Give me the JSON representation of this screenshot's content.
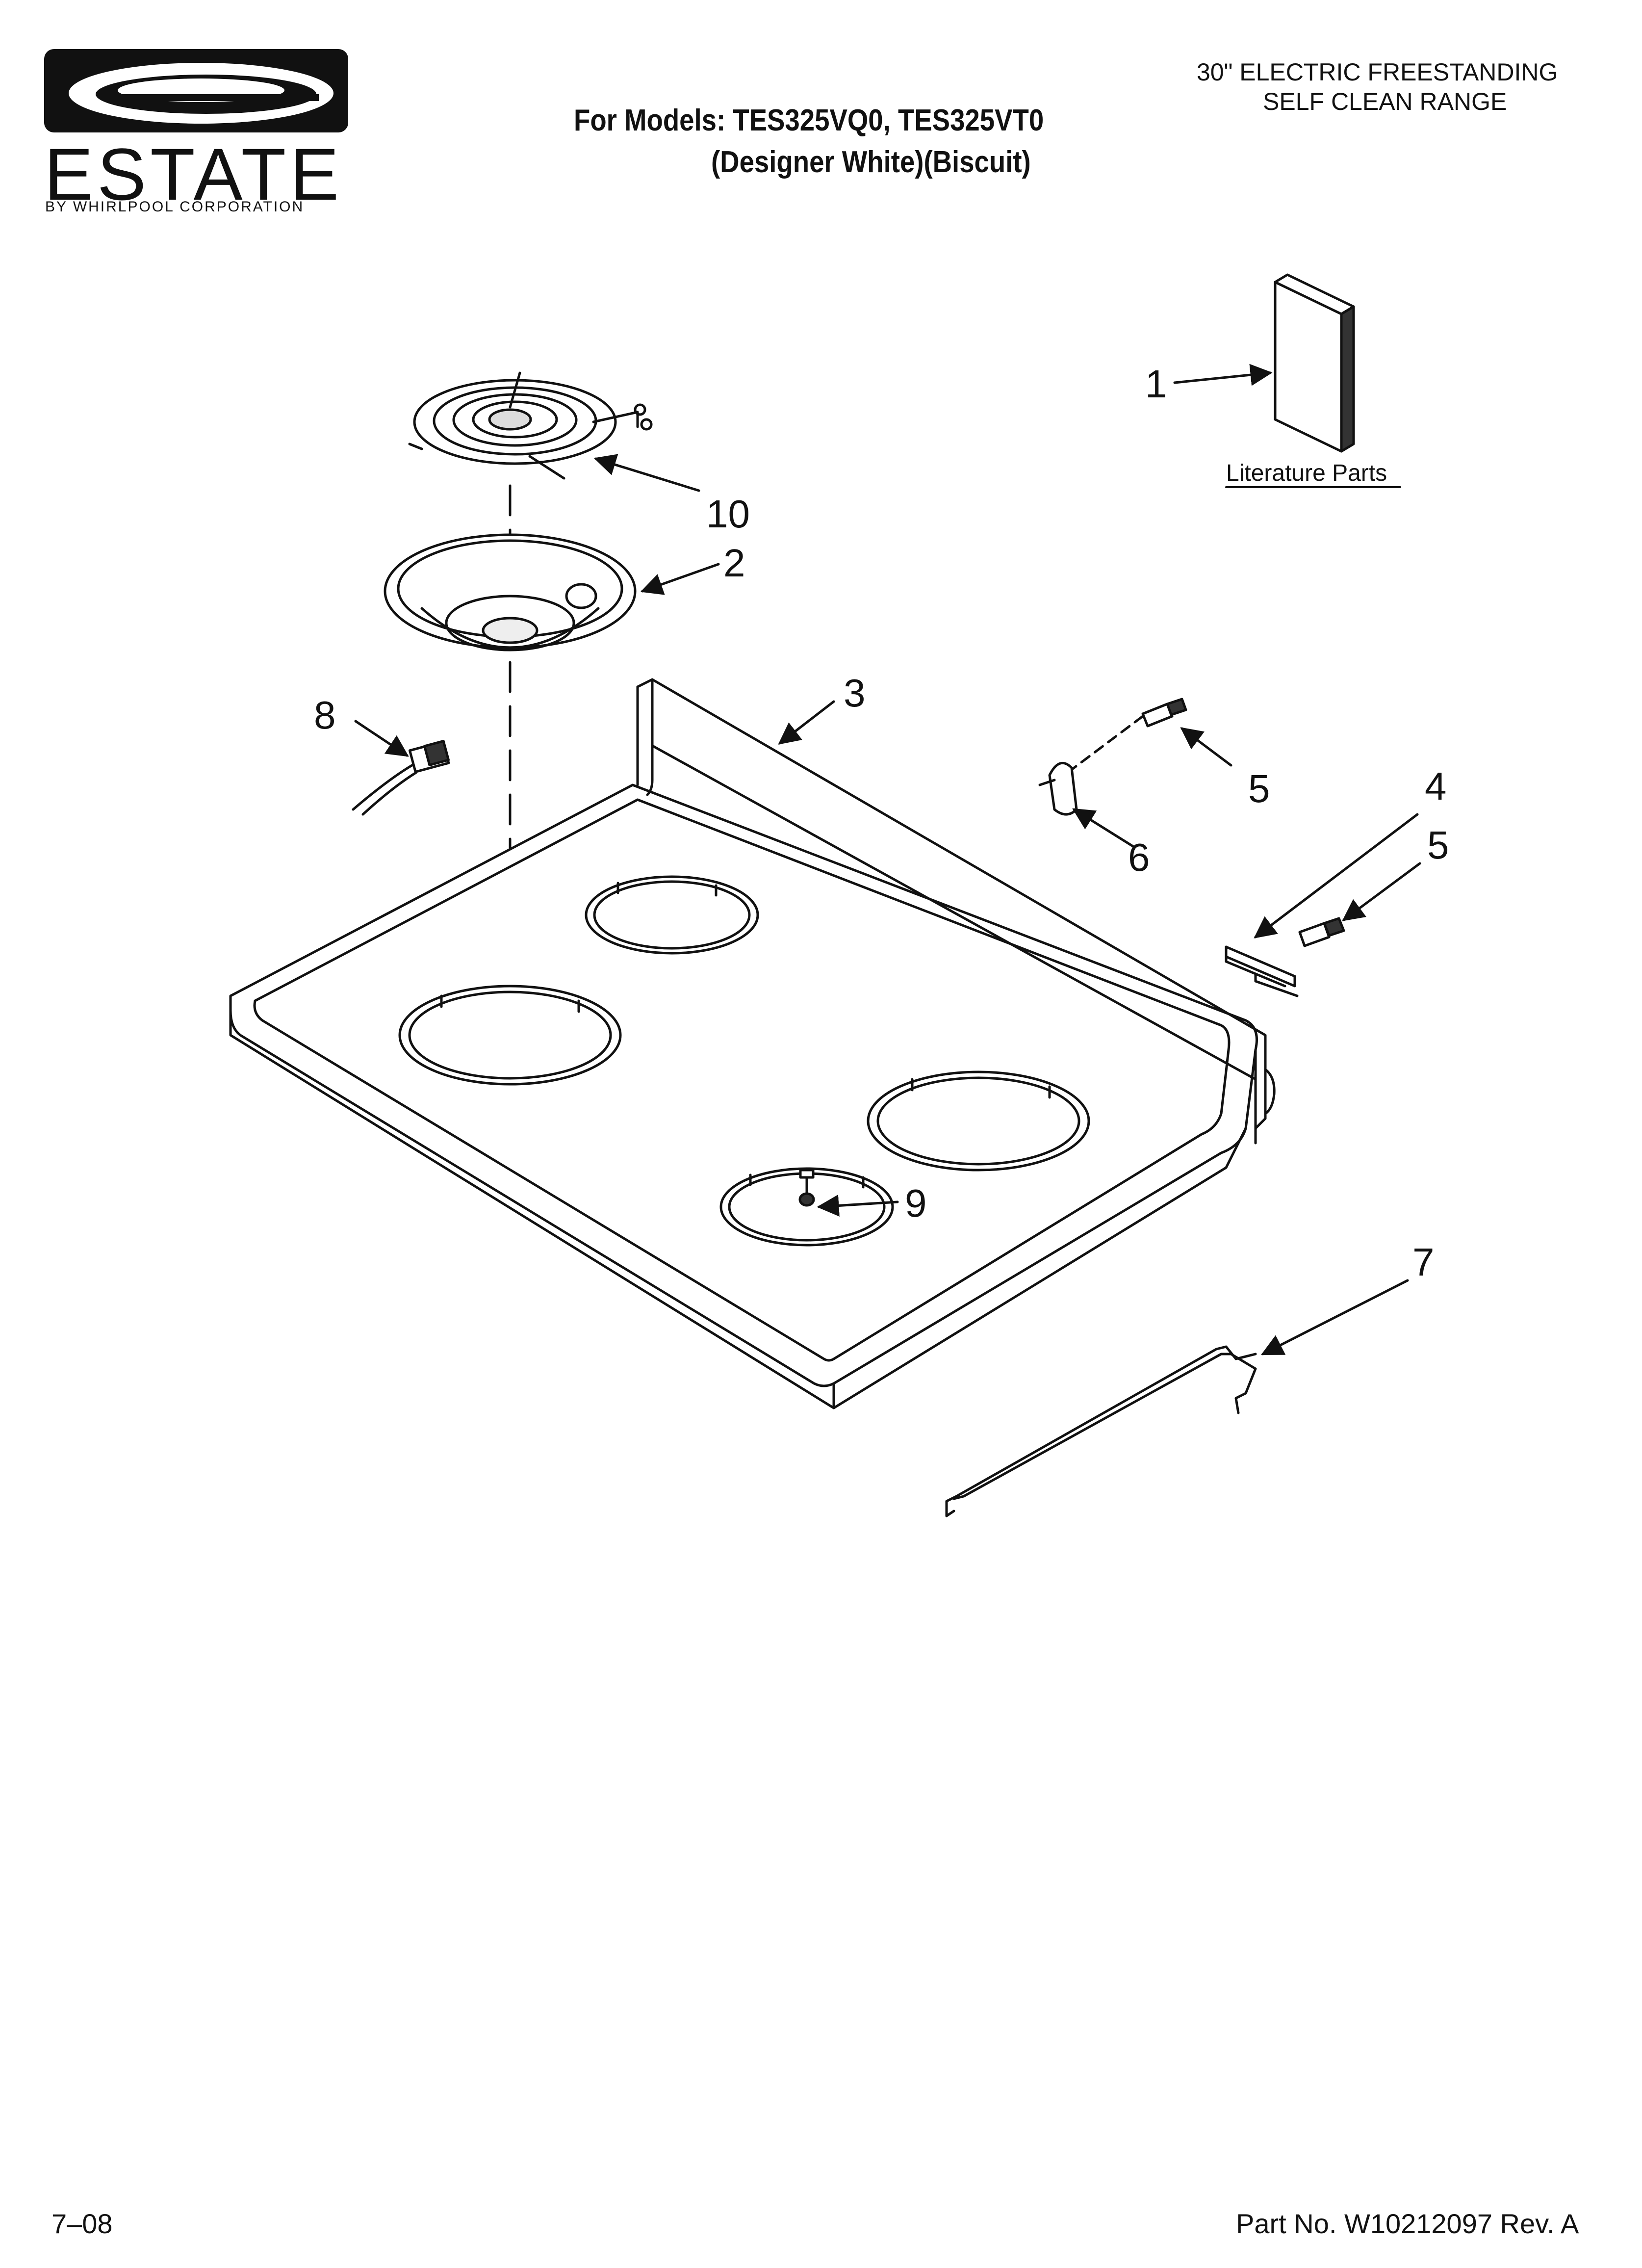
{
  "brand": {
    "name": "ESTATE",
    "subtitle": "BY WHIRLPOOL CORPORATION"
  },
  "header": {
    "models_line": "For Models: TES325VQ0, TES325VT0",
    "variants_line": "(Designer White)(Biscuit)",
    "product_line1": "30\" ELECTRIC FREESTANDING",
    "product_line2": "SELF CLEAN RANGE"
  },
  "callouts": [
    "1",
    "10",
    "2",
    "8",
    "3",
    "5",
    "4",
    "5",
    "6",
    "9",
    "7"
  ],
  "literature_label": "Literature Parts",
  "footer": {
    "date": "7–08",
    "part_number": "Part No. W10212097 Rev. A"
  }
}
